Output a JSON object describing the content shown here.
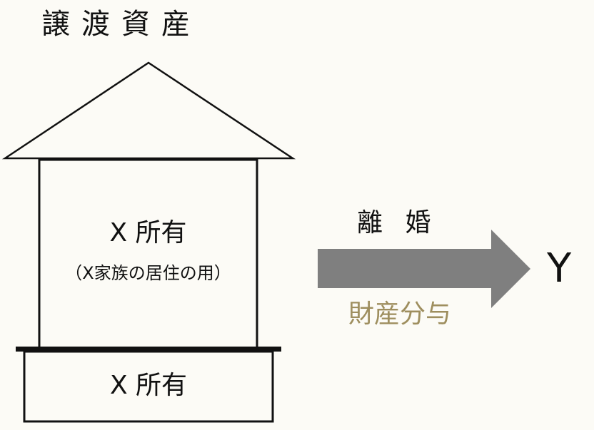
{
  "diagram": {
    "title": "譲渡資産",
    "upper_floor": {
      "owner": "X 所有",
      "use": "（X家族の居住の用）"
    },
    "lower_floor": {
      "owner": "X 所有"
    },
    "arrow": {
      "label_top": "離 婚",
      "label_bottom": "財産分与"
    },
    "recipient": "Y",
    "colors": {
      "background": "#fcfbf6",
      "outline": "#111111",
      "arrow": "#7f7f7f",
      "label_bottom": "#9e8e5e"
    }
  }
}
